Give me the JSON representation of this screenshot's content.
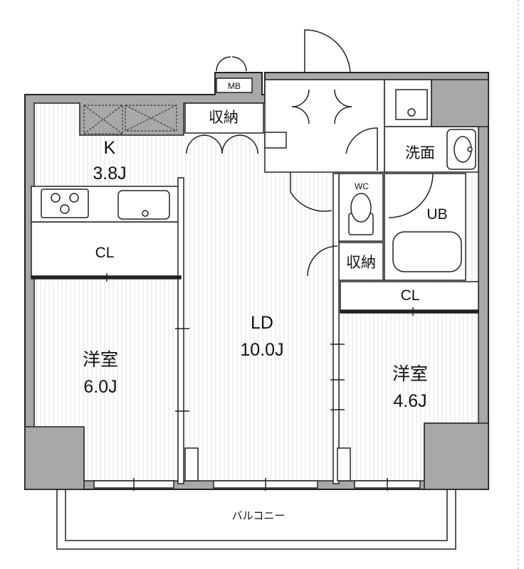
{
  "rooms": {
    "kitchen_name": "K",
    "kitchen_size": "3.8J",
    "ld_name": "LD",
    "ld_size": "10.0J",
    "western_left_name": "洋室",
    "western_left_size": "6.0J",
    "western_right_name": "洋室",
    "western_right_size": "4.6J",
    "closet_left": "CL",
    "closet_right": "CL",
    "storage_top": "収納",
    "storage_mid": "収納",
    "washroom": "洗面",
    "toilet": "WC",
    "unit_bath": "UB",
    "meter_box": "MB",
    "balcony": "バルコニー"
  },
  "colors": {
    "wall": "#a8a8a8",
    "line": "#222222",
    "floor": "#ffffff"
  }
}
